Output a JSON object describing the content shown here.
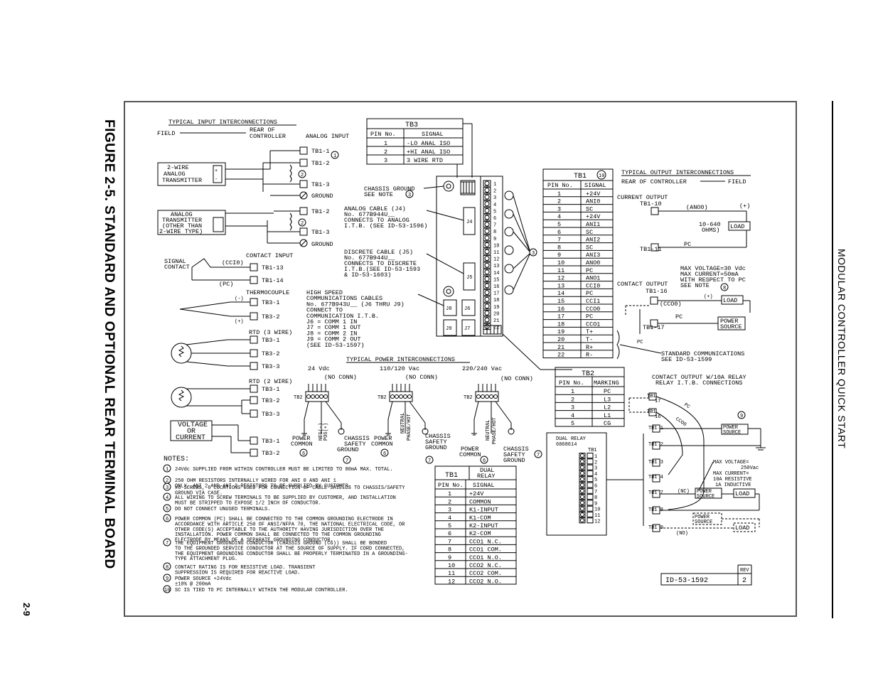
{
  "figure_title": "FIGURE 2-5. STANDARD AND OPTIONAL REAR TERMINAL BOARD",
  "side_title": "MODULAR CONTROLLER QUICK START",
  "page_number": "2-9",
  "input": {
    "heading": "TYPICAL INPUT INTERCONNECTIONS",
    "field": "FIELD",
    "rear": [
      "REAR OF",
      "CONTROLLER"
    ],
    "analog_input": "ANALOG INPUT",
    "transmitter_2wire": [
      "2-WIRE",
      "ANALOG",
      "TRANSMITTER"
    ],
    "transmitter_3wire": [
      "ANALOG",
      "TRANSMITTER",
      "(OTHER THAN",
      "2-WIRE TYPE)"
    ],
    "terminals_a": [
      "TB1-1",
      "TB1-2",
      "TB1-3",
      "GROUND"
    ],
    "terminals_b": [
      "TB1-2",
      "TB1-3",
      "GROUND"
    ],
    "contact_input": "CONTACT INPUT",
    "signal_contact": [
      "SIGNAL",
      "CONTACT"
    ],
    "cci0": "(CCI0)",
    "pc": "(PC)",
    "contact_terms": [
      "TB1-13",
      "TB1-14"
    ],
    "thermocouple": "THERMOCOUPLE",
    "tc_terms": [
      "TB3-1",
      "TB3-2"
    ],
    "rtd3": "RTD (3 WIRE)",
    "rtd3_terms": [
      "TB3-1",
      "TB3-2",
      "TB3-3"
    ],
    "rtd2": "RTD (2 WIRE)",
    "rtd2_terms": [
      "TB3-1",
      "TB3-2",
      "TB3-3"
    ],
    "voltage_current": [
      "VOLTAGE",
      "OR",
      "CURRENT"
    ],
    "vc_terms": [
      "TB3-1",
      "TB3-2"
    ]
  },
  "tb3_table": {
    "title": "TB3",
    "headers": [
      "PIN No.",
      "SIGNAL"
    ],
    "rows": [
      [
        "1",
        "-LO ANAL ISO"
      ],
      [
        "2",
        "+HI ANAL ISO"
      ],
      [
        "3",
        "3 WIRE RTD"
      ]
    ]
  },
  "center_labels": {
    "chassis_ground": [
      "CHASSIS GROUND",
      "SEE NOTE"
    ],
    "analog_cable": [
      "ANALOG CABLE (J4)",
      "No. 677B944U__",
      "CONNECTS TO ANALOG",
      "I.T.B. (SEE ID-53-1596)"
    ],
    "discrete_cable": [
      "DISCRETE CABLE (J5)",
      "No. 677B944U__",
      "CONNECTS TO DISCRETE",
      "I.T.B.(SEE ID-53-1593",
      "& ID-53-1603)"
    ],
    "high_speed": [
      "HIGH SPEED",
      "COMMUNICATIONS CABLES",
      "No. 677B943U__ (J6 THRU J9)",
      "CONNECT TO",
      "COMMUNICATION I.T.B.",
      "J6 = COMM 1 IN",
      "J7 = COMM 1 OUT",
      "J8 = COMM 2 IN",
      "J9 = COMM 2 OUT",
      "(SEE ID-53-1597)"
    ],
    "jacks": [
      "J8",
      "J6",
      "J9",
      "J7",
      "J4",
      "J5"
    ]
  },
  "tb1_table": {
    "title": "TB1",
    "headers": [
      "PIN No.",
      "SIGNAL"
    ],
    "rows": [
      [
        "1",
        "+24V"
      ],
      [
        "2",
        "ANI0"
      ],
      [
        "3",
        "SC"
      ],
      [
        "4",
        "+24V"
      ],
      [
        "5",
        "ANI1"
      ],
      [
        "6",
        "SC"
      ],
      [
        "7",
        "ANI2"
      ],
      [
        "8",
        "SC"
      ],
      [
        "9",
        "ANI3"
      ],
      [
        "10",
        "ANO0"
      ],
      [
        "11",
        "PC"
      ],
      [
        "12",
        "ANO1"
      ],
      [
        "13",
        "CCI0"
      ],
      [
        "14",
        "PC"
      ],
      [
        "15",
        "CCI1"
      ],
      [
        "16",
        "CCO0"
      ],
      [
        "17",
        "PC"
      ],
      [
        "18",
        "CCO1"
      ],
      [
        "19",
        "T+"
      ],
      [
        "20",
        "T-"
      ],
      [
        "21",
        "R+"
      ],
      [
        "22",
        "R-"
      ]
    ]
  },
  "output": {
    "heading": "TYPICAL OUTPUT INTERCONNECTIONS",
    "rear": "REAR OF CONTROLLER",
    "field": "FIELD",
    "current_output": "CURRENT OUTPUT",
    "ano0": "(ANO0)",
    "plus": "(+)",
    "ohms": [
      "10-640",
      "OHMS)"
    ],
    "load": "LOAD",
    "pc": "PC",
    "tb1_10": "TB1-10",
    "tb1_11": "TB1-11",
    "contact_output": "CONTACT OUTPUT",
    "limits": [
      "MAX VOLTAGE=30 Vdc",
      "MAX CURRENT=50mA",
      "WITH RESPECT TO PC",
      "SEE NOTE"
    ],
    "tb1_16": "TB1-16",
    "tb1_17": "TB1-17",
    "cco0": "(CCO0)",
    "power_source": [
      "POWER",
      "SOURCE"
    ],
    "std_comm": [
      "STANDARD COMMUNICATIONS",
      "SEE ID-53-1599"
    ],
    "relay_heading": [
      "CONTACT OUTPUT W/10A RELAY",
      "RELAY I.T.B. CONNECTIONS"
    ],
    "relay_limits": [
      "MAX VOLTAGE=",
      "250Vac",
      "MAX CURRENT=",
      "10A RESISTIVE",
      "1A INDUCTIVE"
    ],
    "nc": "(NC)",
    "no": "(NO)",
    "relay_terms": [
      "TB1 1",
      "TB1 2",
      "TB1 3",
      "TB1 4",
      "TB1 7",
      "TB1 8",
      "TB1 9"
    ],
    "dual_relay": [
      "DUAL RELAY",
      "6868614",
      "TB1"
    ]
  },
  "tb2_table": {
    "title": "TB2",
    "headers": [
      "PIN No.",
      "MARKING"
    ],
    "rows": [
      [
        "1",
        "PC"
      ],
      [
        "2",
        "L3"
      ],
      [
        "3",
        "L2"
      ],
      [
        "4",
        "L1"
      ],
      [
        "5",
        "CG"
      ]
    ]
  },
  "power": {
    "heading": "TYPICAL POWER INTERCONNECTIONS",
    "v24": "24 Vdc",
    "v110": "110/120 Vac",
    "v220": "220/240 Vac",
    "no_conn": "(NO CONN)",
    "tb2": "TB2",
    "power_common": [
      "POWER",
      "COMMON"
    ],
    "chassis_safety": [
      "CHASSIS",
      "SAFETY",
      "GROUND"
    ]
  },
  "dual_relay_table": {
    "title": "TB1",
    "subtitle": [
      "DUAL",
      "RELAY"
    ],
    "headers": [
      "PIN No.",
      "SIGNAL"
    ],
    "rows": [
      [
        "1",
        "+24V"
      ],
      [
        "2",
        "COMMON"
      ],
      [
        "3",
        "K1-INPUT"
      ],
      [
        "4",
        "K1-COM"
      ],
      [
        "5",
        "K2-INPUT"
      ],
      [
        "6",
        "K2-COM"
      ],
      [
        "7",
        "CCO1 N.C."
      ],
      [
        "8",
        "CCO1 COM."
      ],
      [
        "9",
        "CCO1 N.O."
      ],
      [
        "10",
        "CCO2 N.C."
      ],
      [
        "11",
        "CCO2 COM."
      ],
      [
        "12",
        "CCO2 N.O."
      ]
    ]
  },
  "notes": {
    "heading": "NOTES:",
    "items": [
      {
        "n": "1",
        "text": [
          "24Vdc SUPPLIED FROM WITHIN CONTROLLER MUST BE LIMITED TO 80mA MAX. TOTAL."
        ]
      },
      {
        "n": "2",
        "text": [
          "250 OHM RESISTORS INTERNALLY WIRED FOR ANI 0 AND ANI 1",
          "ONLY. ANI 2 AND ANI 3 RESISTORS TO BE SUPPLIED BY CUSTOMER."
        ]
      },
      {
        "n": "3",
        "text": [
          "#6 SCREWS, 6 LOCATIONS USED FOR CONNECTION OF CABLE SHIELDS TO CHASSIS/SAFETY",
          "GROUND VIA CASE."
        ]
      },
      {
        "n": "4",
        "text": [
          "ALL WIRING TO SCREW TERMINALS TO BE SUPPLIED BY CUSTOMER, AND INSTALLATION",
          "MUST BE STRIPPED TO EXPOSE 1/2 INCH OF CONDUCTOR."
        ]
      },
      {
        "n": "5",
        "text": [
          "DO NOT CONNECT UNUSED TERMINALS."
        ]
      },
      {
        "n": "6",
        "text": [
          "POWER COMMON (PC) SHALL BE CONNECTED TO THE COMMON GROUNDING ELECTRODE IN",
          "ACCORDANCE WITH ARTICLE 250 OF ANSI/NFPA 70, THE NATIONAL ELECTRICAL CODE, OR",
          "OTHER CODE(S) ACCEPTABLE TO THE AUTHORITY HAVING JURISDICTION OVER THE",
          "INSTALLATION. POWER COMMON SHALL BE CONNECTED TO THE COMMON GROUNDING",
          "ELECTRODE BY MEANS OF A SEPARATE GROUNDING CONDUCTOR."
        ]
      },
      {
        "n": "7",
        "text": [
          "THE EQUIPMENT GROUNDING CONDUCTOR (CHASSIS GROUND (CG)) SHALL BE BONDED",
          "TO THE GROUNDED SERVICE CONDUCTOR AT THE SOURCE OF SUPPLY. IF CORD CONNECTED,",
          "THE EQUIPMENT GROUNDING CONDUCTOR SHALL BE PROPERLY TERMINATED IN A GROUNDING-",
          "TYPE ATTACHMENT PLUG."
        ]
      },
      {
        "n": "8",
        "text": [
          "CONTACT RATING IS FOR RESISTIVE LOAD. TRANSIENT",
          "SUPPRESSION IS REQUIRED FOR REACTIVE LOAD."
        ]
      },
      {
        "n": "9",
        "text": [
          "POWER SOURCE +24Vdc",
          "±10% @ 200mA"
        ]
      },
      {
        "n": "10",
        "text": [
          "SC IS TIED TO PC INTERNALLY WITHIN THE MODULAR CONTROLLER."
        ]
      }
    ]
  },
  "drawing_id": {
    "rev_label": "REV",
    "id": "ID-53-1592",
    "rev": "2"
  }
}
